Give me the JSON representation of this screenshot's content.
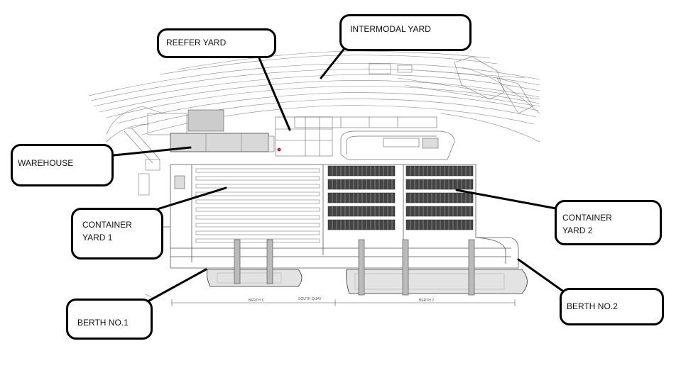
{
  "labels": {
    "reefer_yard": "REEFER YARD",
    "intermodal_yard": "INTERMODAL YARD",
    "warehouse": "WAREHOUSE",
    "container_yard_1_line1": "CONTAINER",
    "container_yard_1_line2": "YARD 1",
    "container_yard_2_line1": "CONTAINER",
    "container_yard_2_line2": "YARD 2",
    "berth_1": "BERTH NO.1",
    "berth_2": "BERTH NO.2"
  },
  "plan_text": {
    "south_quay": "SOUTH QUAY",
    "berth_1_small": "BERTH 1",
    "berth_2_small": "BERTH 2"
  }
}
